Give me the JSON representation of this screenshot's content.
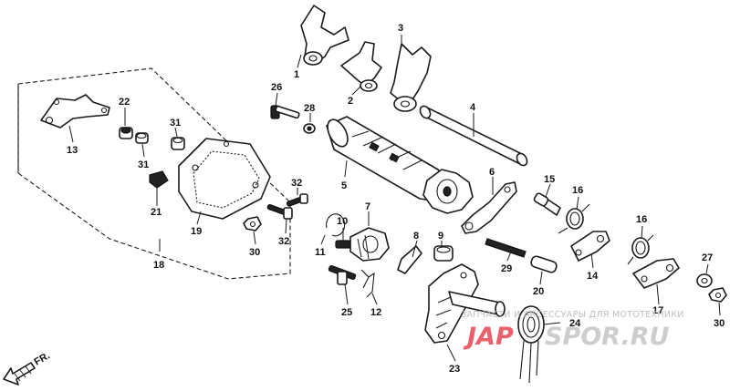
{
  "diagram": {
    "callouts": {
      "c1": "1",
      "c2": "2",
      "c3": "3",
      "c4": "4",
      "c5": "5",
      "c6": "6",
      "c7": "7",
      "c8": "8",
      "c9": "9",
      "c10": "10",
      "c11": "11",
      "c12": "12",
      "c13": "13",
      "c14": "14",
      "c15": "15",
      "c16a": "16",
      "c16b": "16",
      "c17": "17",
      "c18": "18",
      "c19": "19",
      "c20": "20",
      "c21": "21",
      "c22": "22",
      "c23": "23",
      "c24": "24",
      "c25": "25",
      "c26": "26",
      "c27": "27",
      "c28": "28",
      "c29": "29",
      "c30a": "30",
      "c30b": "30",
      "c31a": "31",
      "c31b": "31",
      "c32a": "32",
      "c32b": "32"
    },
    "direction_label": "FR.",
    "watermark": {
      "line": "ЗАПЧАСТИ И АКСЕССУАРЫ ДЛЯ МОТОТЕХНИКИ",
      "logo_left": "JAP",
      "logo_right": "SPOR.RU"
    }
  }
}
